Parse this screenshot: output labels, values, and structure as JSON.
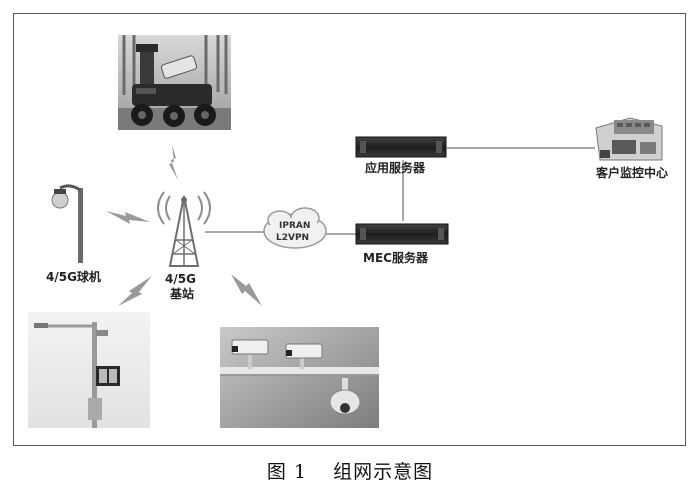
{
  "nodes": {
    "app_server": "应用服务器",
    "mec_server": "MEC服务器",
    "monitor_center": "客户监控中心",
    "ipran": "IPRAN",
    "l2vpn": "L2VPN",
    "base_station_line1": "4/5G",
    "base_station_line2": "基站",
    "dome_camera": "4/5G球机"
  },
  "caption": {
    "number": "图 1",
    "title": "组网示意图"
  },
  "colors": {
    "server": "#2b2b2b",
    "link": "#8a8a8a",
    "wireless": "#9a9a9a",
    "tower": "#6e6e6e"
  }
}
